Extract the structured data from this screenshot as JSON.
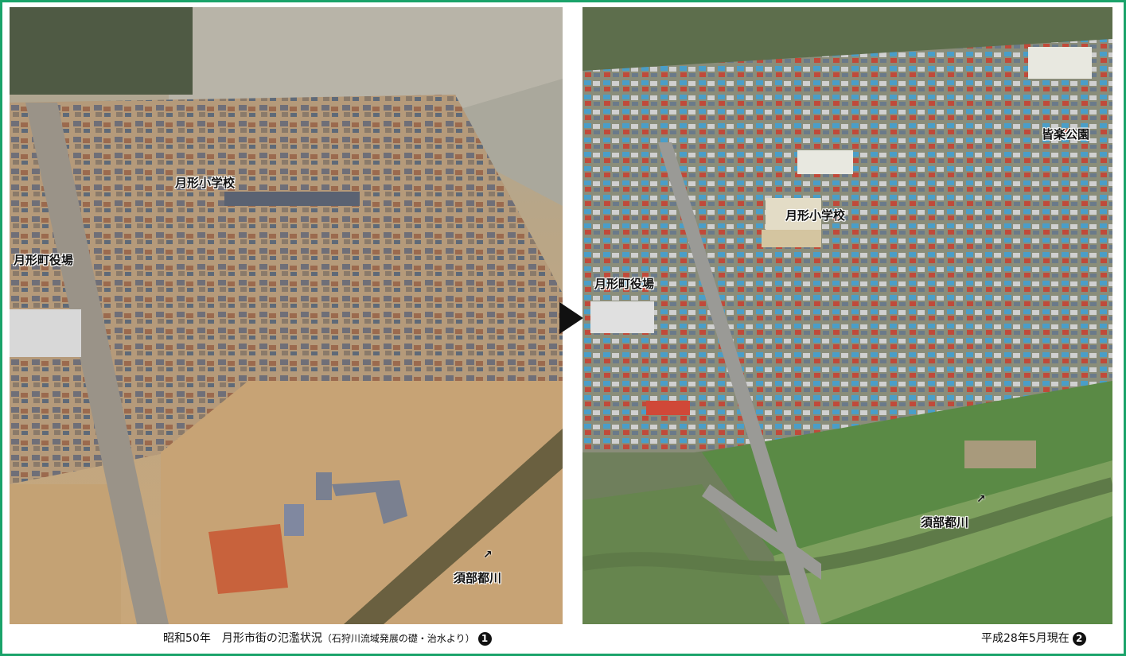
{
  "left_photo": {
    "labels": {
      "school": "月形小学校",
      "town_office": "月形町役場",
      "river": "須部都川"
    },
    "caption": {
      "main": "昭和50年　月形市街の氾濫状況",
      "source": "（石狩川流域発展の礎・治水より）",
      "number": "1"
    }
  },
  "right_photo": {
    "labels": {
      "park": "皆楽公園",
      "school": "月形小学校",
      "town_office": "月形町役場",
      "river": "須部都川"
    },
    "caption": {
      "main": "平成28年5月現在",
      "number": "2"
    }
  },
  "colors": {
    "frame": "#1aa36a",
    "flood_water": "#c9a77a",
    "grass": "#5a8a45"
  }
}
